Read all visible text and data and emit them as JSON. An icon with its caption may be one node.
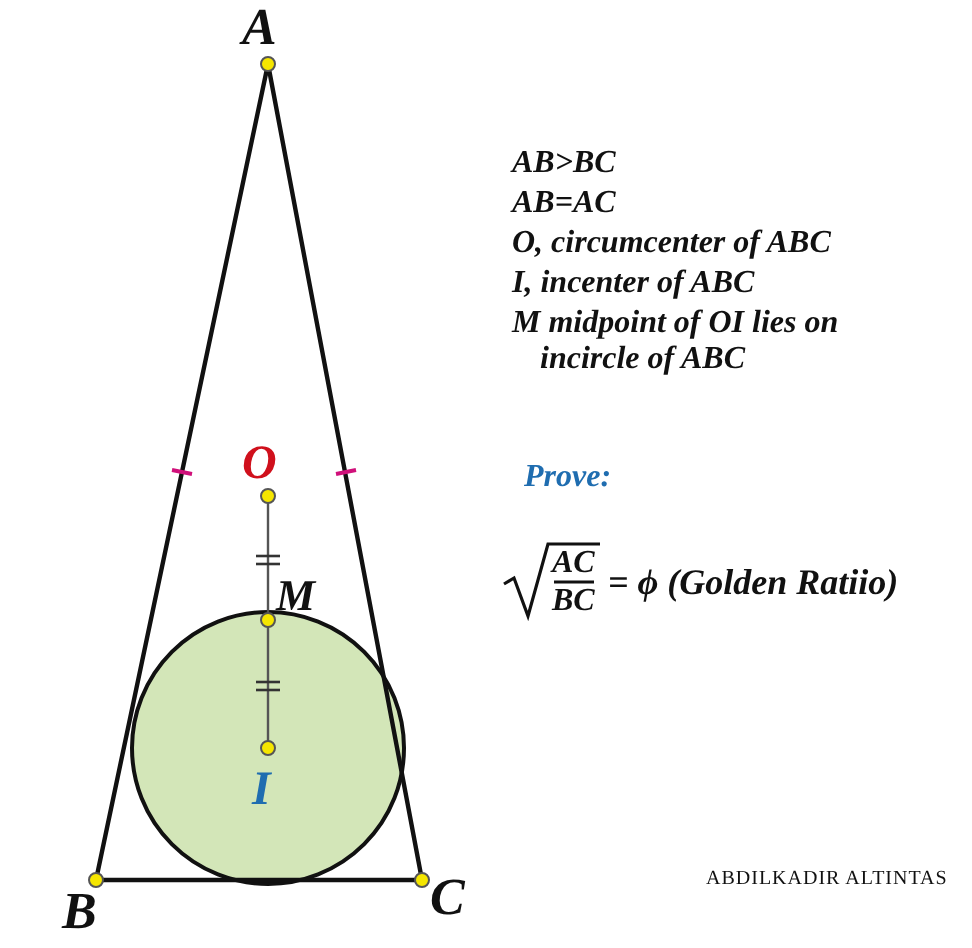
{
  "diagram": {
    "labels": [
      "A",
      "O",
      "M",
      "I",
      "B",
      "C",
      "AB>BC",
      "AB=AC",
      "O, circumcenter of ABC",
      "I, incenter of ABC",
      "M midpoint of OI lies on incircle of ABC",
      "Prove:",
      "AC",
      "BC",
      "= ϕ (Golden Ratiio)",
      "ABDILKADIR ALTINTAS"
    ]
  }
}
